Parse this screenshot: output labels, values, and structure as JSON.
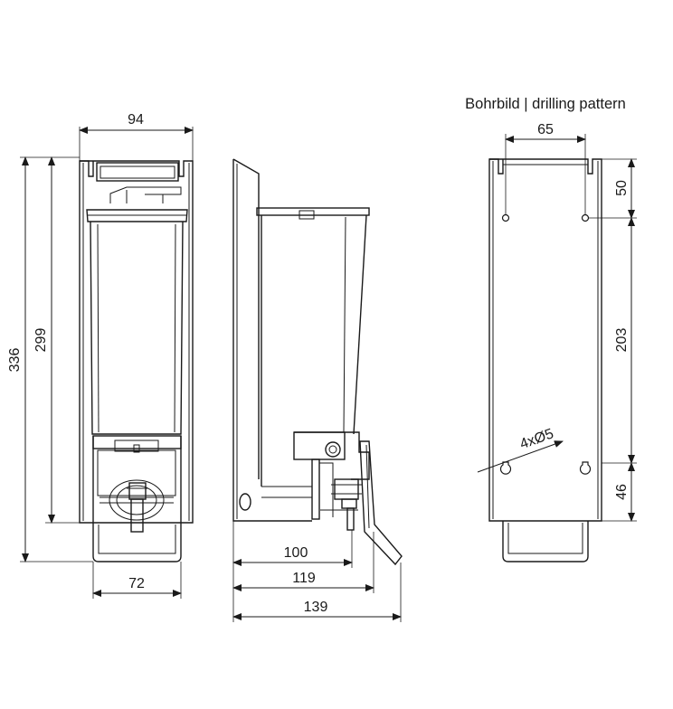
{
  "title": "Bohrbild | drilling pattern",
  "views": {
    "front": {
      "width": "94",
      "height_total": "336",
      "height_body": "299",
      "width_handle": "72"
    },
    "side": {
      "depth_100": "100",
      "depth_119": "119",
      "depth_139": "139"
    },
    "drilling": {
      "hole_spacing_h": "65",
      "top_offset": "50",
      "hole_spacing_v": "203",
      "bottom_offset": "46",
      "holes": "4xØ5"
    }
  },
  "colors": {
    "line": "#1a1a1a",
    "background": "#ffffff"
  }
}
